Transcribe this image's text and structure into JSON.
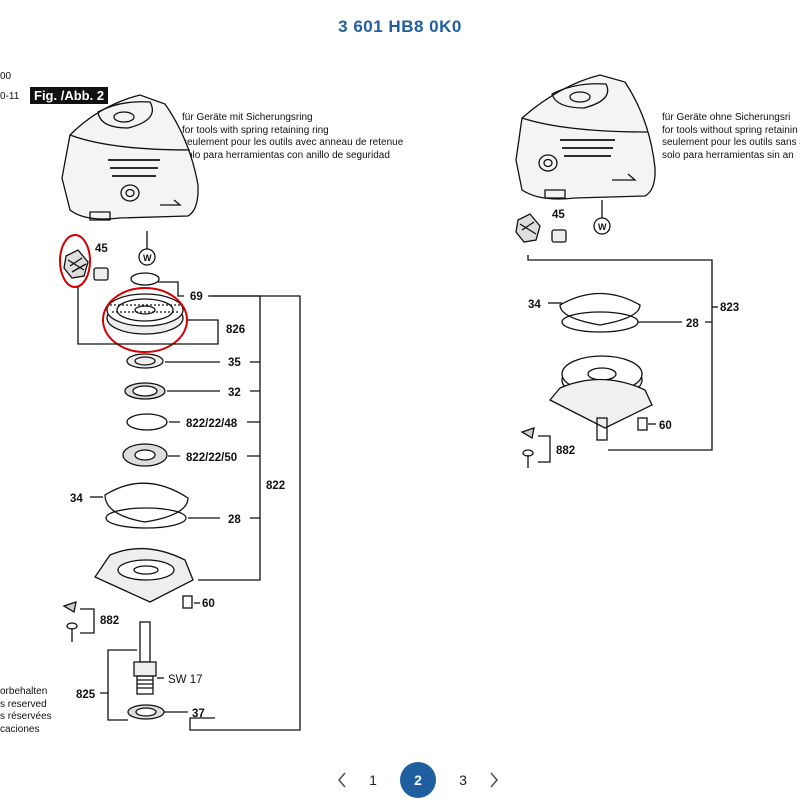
{
  "header": {
    "title": "3 601 HB8 0K0"
  },
  "margin_fragments": {
    "line1": "00",
    "line2": "0-11"
  },
  "figure_label": "Fig. /Abb. 2",
  "left_note": [
    "für Geräte mit Sicherungsring",
    "for tools with spring retaining ring",
    "seulement pour les outils avec anneau de retenue",
    "solo para herramientas con anillo de seguridad"
  ],
  "right_note": [
    "für Geräte ohne Sicherungsri",
    "for tools without spring retainin",
    "seulement pour les outils sans ar",
    "solo para herramientas sin an"
  ],
  "footer_note": [
    "orbehalten",
    "s reserved",
    "s réservées",
    "caciones"
  ],
  "left_parts": {
    "p45": "45",
    "w": "W",
    "p69": "69",
    "p826": "826",
    "p35": "35",
    "p32": "32",
    "p822_22_48": "822/22/48",
    "p822_22_50": "822/22/50",
    "p822": "822",
    "p34": "34",
    "p28": "28",
    "p60": "60",
    "p882": "882",
    "sw17": "SW 17",
    "p825": "825",
    "p37": "37"
  },
  "right_parts": {
    "p45": "45",
    "w": "W",
    "p34": "34",
    "p823": "823",
    "p28": "28",
    "p60": "60",
    "p882": "882"
  },
  "pagination": {
    "pages": [
      "1",
      "2",
      "3"
    ],
    "current": "2"
  },
  "colors": {
    "accent": "#1f5fa0",
    "highlight": "#d40000"
  }
}
